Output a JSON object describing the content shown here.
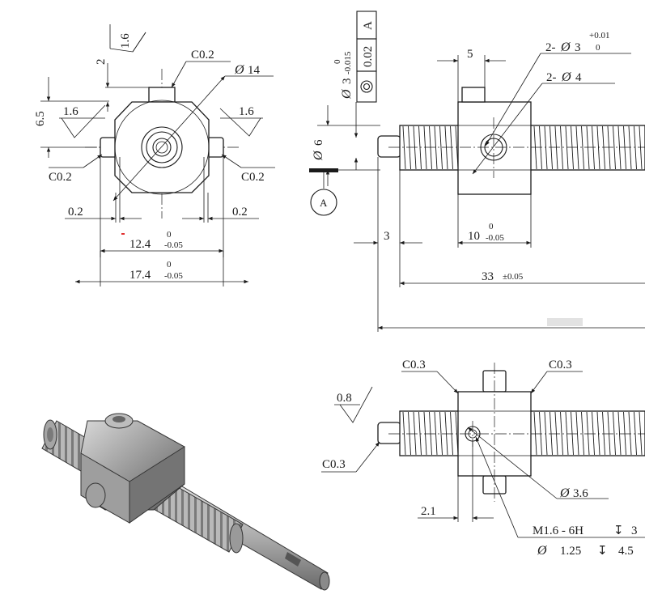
{
  "front_view": {
    "surface_finish": [
      "1.6",
      "1.6",
      "1.6"
    ],
    "dims": {
      "height": "6.5",
      "boss": "2",
      "gap_left": "0.2",
      "gap_right": "0.2",
      "chamfer_top": "C0.2",
      "chamfer_left": "C0.2",
      "chamfer_right": "C0.2",
      "dia_symbol": "Ø",
      "dia_value": "14",
      "width_inner": "12.4",
      "width_inner_upper": "0",
      "width_inner_lower": "-0.05",
      "width_outer": "17.4",
      "width_outer_upper": "0",
      "width_outer_lower": "-0.05"
    }
  },
  "side_view": {
    "tolerance_frame": {
      "symbol": "◎",
      "value": "0.02",
      "datum": "A"
    },
    "dims": {
      "bore_symbol": "Ø",
      "bore_value": "3",
      "bore_upper": "0",
      "bore_lower": "-0.015",
      "shaft_symbol": "Ø",
      "shaft_value": "6",
      "datum_label": "A",
      "top_5": "5",
      "hole_3_prefix": "2-",
      "hole_3_symbol": "Ø",
      "hole_3_value": "3",
      "hole_3_upper": "+0.01",
      "hole_3_lower": "0",
      "hole_4_prefix": "2-",
      "hole_4_symbol": "Ø",
      "hole_4_value": "4",
      "len_3": "3",
      "len_10": "10",
      "len_10_upper": "0",
      "len_10_lower": "-0.05",
      "len_33": "33",
      "len_33_tol": "±0.05"
    }
  },
  "bottom_view": {
    "surface_finish": "0.8",
    "dims": {
      "chamfer_top_left": "C0.3",
      "chamfer_top_right": "C0.3",
      "chamfer_left": "C0.3",
      "dia_symbol": "Ø",
      "dia_value": "3.6",
      "offset": "2.1",
      "thread_spec": "M1.6 - 6H",
      "thread_depth_symbol": "↧",
      "thread_depth": "3",
      "drill_symbol": "Ø",
      "drill_value": "1.25",
      "drill_depth_symbol": "↧",
      "drill_depth": "4.5"
    }
  },
  "iso_view": {
    "color": "#8f8f8f"
  }
}
